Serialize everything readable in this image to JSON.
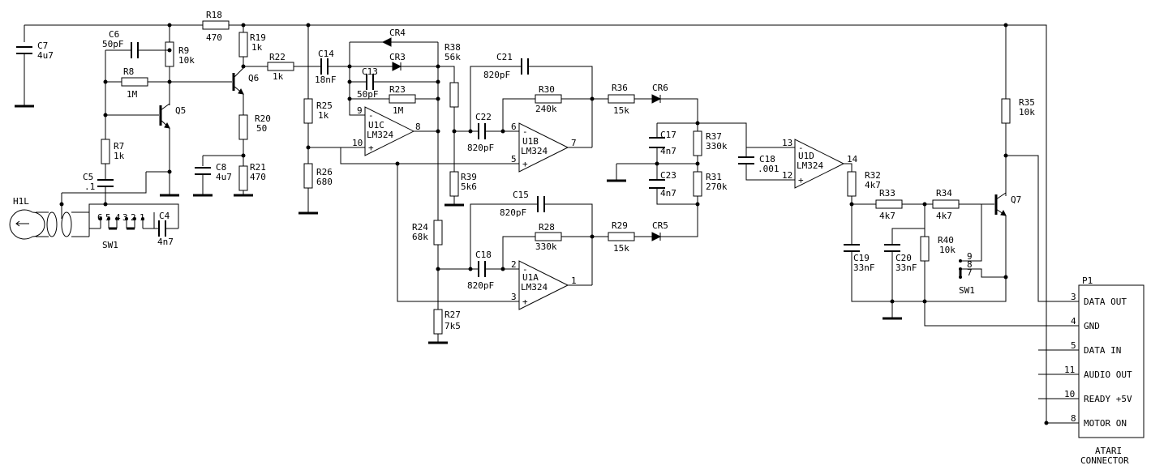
{
  "labels": [
    {
      "k": "r18",
      "t": "R18"
    },
    {
      "k": "r18v",
      "t": "470"
    },
    {
      "k": "c7",
      "t": "C7"
    },
    {
      "k": "c7v",
      "t": "4u7"
    },
    {
      "k": "c6",
      "t": "C6"
    },
    {
      "k": "c6v",
      "t": "50pF"
    },
    {
      "k": "r9",
      "t": "R9"
    },
    {
      "k": "r9v",
      "t": "10k"
    },
    {
      "k": "r8",
      "t": "R8"
    },
    {
      "k": "r8v",
      "t": "1M"
    },
    {
      "k": "q5",
      "t": "Q5"
    },
    {
      "k": "q6",
      "t": "Q6"
    },
    {
      "k": "r19",
      "t": "R19"
    },
    {
      "k": "r19v",
      "t": "1k"
    },
    {
      "k": "r22",
      "t": "R22"
    },
    {
      "k": "r22v",
      "t": "1k"
    },
    {
      "k": "c14",
      "t": "C14"
    },
    {
      "k": "c14v",
      "t": "18nF"
    },
    {
      "k": "r20",
      "t": "R20"
    },
    {
      "k": "r20v",
      "t": "50"
    },
    {
      "k": "c8",
      "t": "C8"
    },
    {
      "k": "c8v",
      "t": "4u7"
    },
    {
      "k": "r21",
      "t": "R21"
    },
    {
      "k": "r21v",
      "t": "470"
    },
    {
      "k": "r7",
      "t": "R7"
    },
    {
      "k": "r7v",
      "t": "1k"
    },
    {
      "k": "c5",
      "t": "C5"
    },
    {
      "k": "c5v",
      "t": ".1"
    },
    {
      "k": "h1l",
      "t": "H1L"
    },
    {
      "k": "sw1a",
      "t": "SW1"
    },
    {
      "k": "c4",
      "t": "C4"
    },
    {
      "k": "c4v",
      "t": "4n7"
    },
    {
      "k": "swp6",
      "t": "6"
    },
    {
      "k": "swp5",
      "t": "5"
    },
    {
      "k": "swp4",
      "t": "4"
    },
    {
      "k": "swp3",
      "t": "3"
    },
    {
      "k": "swp2",
      "t": "2"
    },
    {
      "k": "swp1",
      "t": "1"
    },
    {
      "k": "r25",
      "t": "R25"
    },
    {
      "k": "r25v",
      "t": "1k"
    },
    {
      "k": "r26",
      "t": "R26"
    },
    {
      "k": "r26v",
      "t": "680"
    },
    {
      "k": "cr4",
      "t": "CR4"
    },
    {
      "k": "cr3",
      "t": "CR3"
    },
    {
      "k": "c13",
      "t": "C13"
    },
    {
      "k": "c13v",
      "t": "50pF"
    },
    {
      "k": "r23",
      "t": "R23"
    },
    {
      "k": "r23v",
      "t": "1M"
    },
    {
      "k": "r38",
      "t": "R38"
    },
    {
      "k": "r38v",
      "t": "56k"
    },
    {
      "k": "u1c",
      "t": "U1C"
    },
    {
      "k": "u1cn",
      "t": "LM324"
    },
    {
      "k": "u1cp9",
      "t": "9"
    },
    {
      "k": "u1cp10",
      "t": "10"
    },
    {
      "k": "u1cp8",
      "t": "8"
    },
    {
      "k": "c21",
      "t": "C21"
    },
    {
      "k": "c21v",
      "t": "820pF"
    },
    {
      "k": "r30",
      "t": "R30"
    },
    {
      "k": "r30v",
      "t": "240k"
    },
    {
      "k": "c22",
      "t": "C22"
    },
    {
      "k": "c22v",
      "t": "820pF"
    },
    {
      "k": "u1b",
      "t": "U1B"
    },
    {
      "k": "u1bn",
      "t": "LM324"
    },
    {
      "k": "u1bp6",
      "t": "6"
    },
    {
      "k": "u1bp5",
      "t": "5"
    },
    {
      "k": "u1bp7",
      "t": "7"
    },
    {
      "k": "r36",
      "t": "R36"
    },
    {
      "k": "r36v",
      "t": "15k"
    },
    {
      "k": "cr6",
      "t": "CR6"
    },
    {
      "k": "r39",
      "t": "R39"
    },
    {
      "k": "r39v",
      "t": "5k6"
    },
    {
      "k": "c17",
      "t": "C17"
    },
    {
      "k": "c17v",
      "t": "4n7"
    },
    {
      "k": "r37",
      "t": "R37"
    },
    {
      "k": "r37v",
      "t": "330k"
    },
    {
      "k": "c23",
      "t": "C23"
    },
    {
      "k": "c23v",
      "t": "4n7"
    },
    {
      "k": "r31",
      "t": "R31"
    },
    {
      "k": "r31v",
      "t": "270k"
    },
    {
      "k": "c18b",
      "t": "C18"
    },
    {
      "k": "c18bv",
      "t": ".001"
    },
    {
      "k": "u1d",
      "t": "U1D"
    },
    {
      "k": "u1dn",
      "t": "LM324"
    },
    {
      "k": "u1dp13",
      "t": "13"
    },
    {
      "k": "u1dp12",
      "t": "12"
    },
    {
      "k": "u1dp14",
      "t": "14"
    },
    {
      "k": "r35",
      "t": "R35"
    },
    {
      "k": "r35v",
      "t": "10k"
    },
    {
      "k": "r32",
      "t": "R32"
    },
    {
      "k": "r32v",
      "t": "4k7"
    },
    {
      "k": "r33",
      "t": "R33"
    },
    {
      "k": "r33v",
      "t": "4k7"
    },
    {
      "k": "r34",
      "t": "R34"
    },
    {
      "k": "r34v",
      "t": "4k7"
    },
    {
      "k": "q7",
      "t": "Q7"
    },
    {
      "k": "r40",
      "t": "R40"
    },
    {
      "k": "r40v",
      "t": "10k"
    },
    {
      "k": "c19",
      "t": "C19"
    },
    {
      "k": "c19v",
      "t": "33nF"
    },
    {
      "k": "c20",
      "t": "C20"
    },
    {
      "k": "c20v",
      "t": "33nF"
    },
    {
      "k": "sw1b",
      "t": "SW1"
    },
    {
      "k": "swb9",
      "t": "9"
    },
    {
      "k": "swb8",
      "t": "8"
    },
    {
      "k": "swb7",
      "t": "7"
    },
    {
      "k": "c15",
      "t": "C15"
    },
    {
      "k": "c15v",
      "t": "820pF"
    },
    {
      "k": "r28",
      "t": "R28"
    },
    {
      "k": "r28v",
      "t": "330k"
    },
    {
      "k": "c18",
      "t": "C18"
    },
    {
      "k": "c18v",
      "t": "820pF"
    },
    {
      "k": "u1a",
      "t": "U1A"
    },
    {
      "k": "u1an",
      "t": "LM324"
    },
    {
      "k": "u1ap2",
      "t": "2"
    },
    {
      "k": "u1ap3",
      "t": "3"
    },
    {
      "k": "u1ap1",
      "t": "1"
    },
    {
      "k": "r29",
      "t": "R29"
    },
    {
      "k": "r29v",
      "t": "15k"
    },
    {
      "k": "cr5",
      "t": "CR5"
    },
    {
      "k": "r24",
      "t": "R24"
    },
    {
      "k": "r24v",
      "t": "68k"
    },
    {
      "k": "r27",
      "t": "R27"
    },
    {
      "k": "r27v",
      "t": "7k5"
    },
    {
      "k": "p1",
      "t": "P1"
    },
    {
      "k": "p1n3",
      "t": "3"
    },
    {
      "k": "p1l3",
      "t": "DATA OUT"
    },
    {
      "k": "p1n4",
      "t": "4"
    },
    {
      "k": "p1l4",
      "t": "GND"
    },
    {
      "k": "p1n5",
      "t": "5"
    },
    {
      "k": "p1l5",
      "t": "DATA IN"
    },
    {
      "k": "p1n11",
      "t": "11"
    },
    {
      "k": "p1l11",
      "t": "AUDIO OUT"
    },
    {
      "k": "p1n10",
      "t": "10"
    },
    {
      "k": "p1l10",
      "t": "READY +5V"
    },
    {
      "k": "p1n8",
      "t": "8"
    },
    {
      "k": "p1l8",
      "t": "MOTOR ON"
    },
    {
      "k": "atari1",
      "t": "ATARI"
    },
    {
      "k": "atari2",
      "t": "CONNECTOR"
    }
  ]
}
